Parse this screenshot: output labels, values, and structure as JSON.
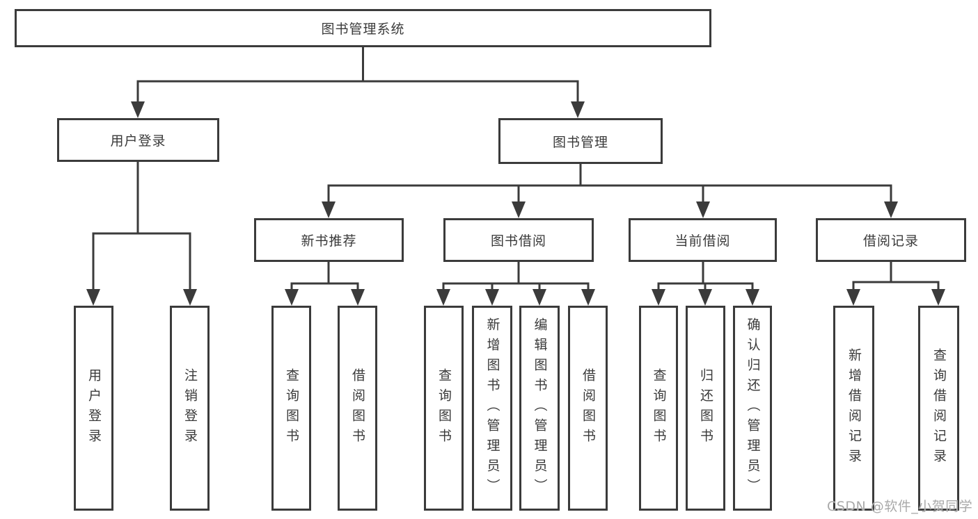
{
  "watermark": "CSDN @软件_小贺同学",
  "colors": {
    "line": "#3b3b3b",
    "text": "#3a3a3a",
    "box_background": "#ffffff",
    "watermark_text": "#a9a9a9"
  },
  "tree": {
    "label": "图书管理系统",
    "children": [
      {
        "label": "用户登录",
        "children": [
          {
            "label": "用户登录"
          },
          {
            "label": "注销登录"
          }
        ]
      },
      {
        "label": "图书管理",
        "children": [
          {
            "label": "新书推荐",
            "children": [
              {
                "label": "查询图书"
              },
              {
                "label": "借阅图书"
              }
            ]
          },
          {
            "label": "图书借阅",
            "children": [
              {
                "label": "查询图书"
              },
              {
                "label": "新增图书（管理员）"
              },
              {
                "label": "编辑图书（管理员）"
              },
              {
                "label": "借阅图书"
              }
            ]
          },
          {
            "label": "当前借阅",
            "children": [
              {
                "label": "查询图书"
              },
              {
                "label": "归还图书"
              },
              {
                "label": "确认归还（管理员）"
              }
            ]
          },
          {
            "label": "借阅记录",
            "children": [
              {
                "label": "新增借阅记录"
              },
              {
                "label": "查询借阅记录"
              }
            ]
          }
        ]
      }
    ]
  }
}
